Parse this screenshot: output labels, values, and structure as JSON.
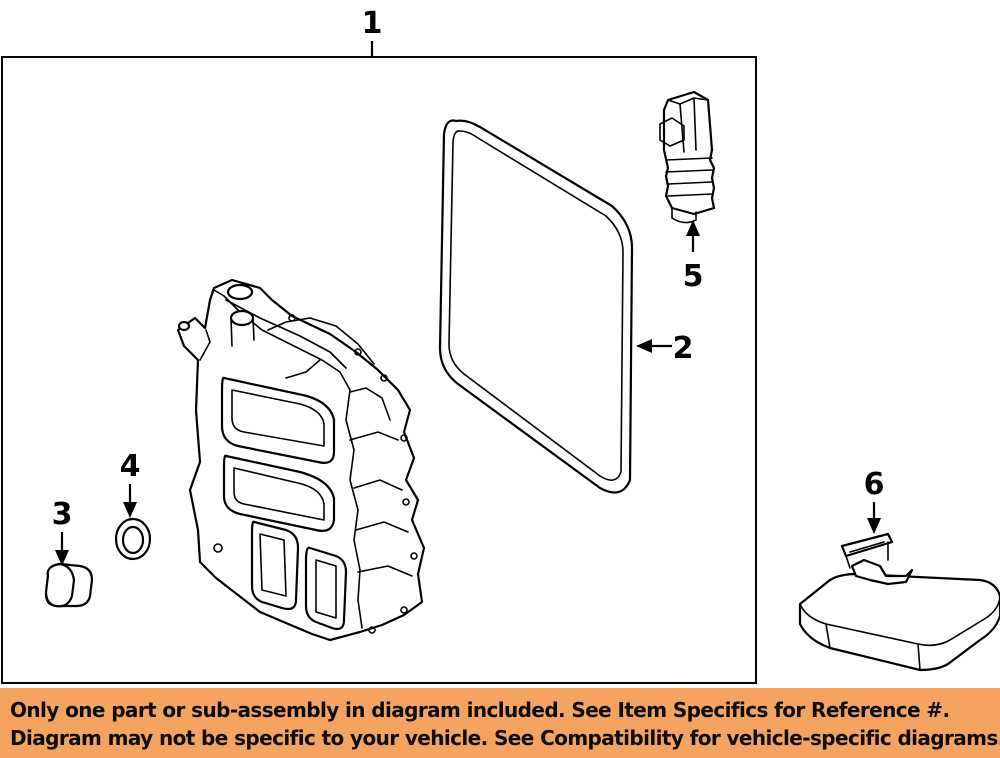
{
  "diagram": {
    "callouts": {
      "assembly": "1",
      "gasket": "2",
      "drain_plug": "3",
      "seal_ring": "4",
      "sensor": "5",
      "filter": "6"
    }
  },
  "notice": {
    "line1": "Only one part or sub-assembly in diagram included. See Item Specifics for Reference #.",
    "line2": "Diagram may not be specific to your vehicle. See Compatibility for vehicle-specific diagrams."
  },
  "colors": {
    "banner_background": "#f4a460",
    "line_art": "#000000",
    "background": "#ffffff"
  }
}
